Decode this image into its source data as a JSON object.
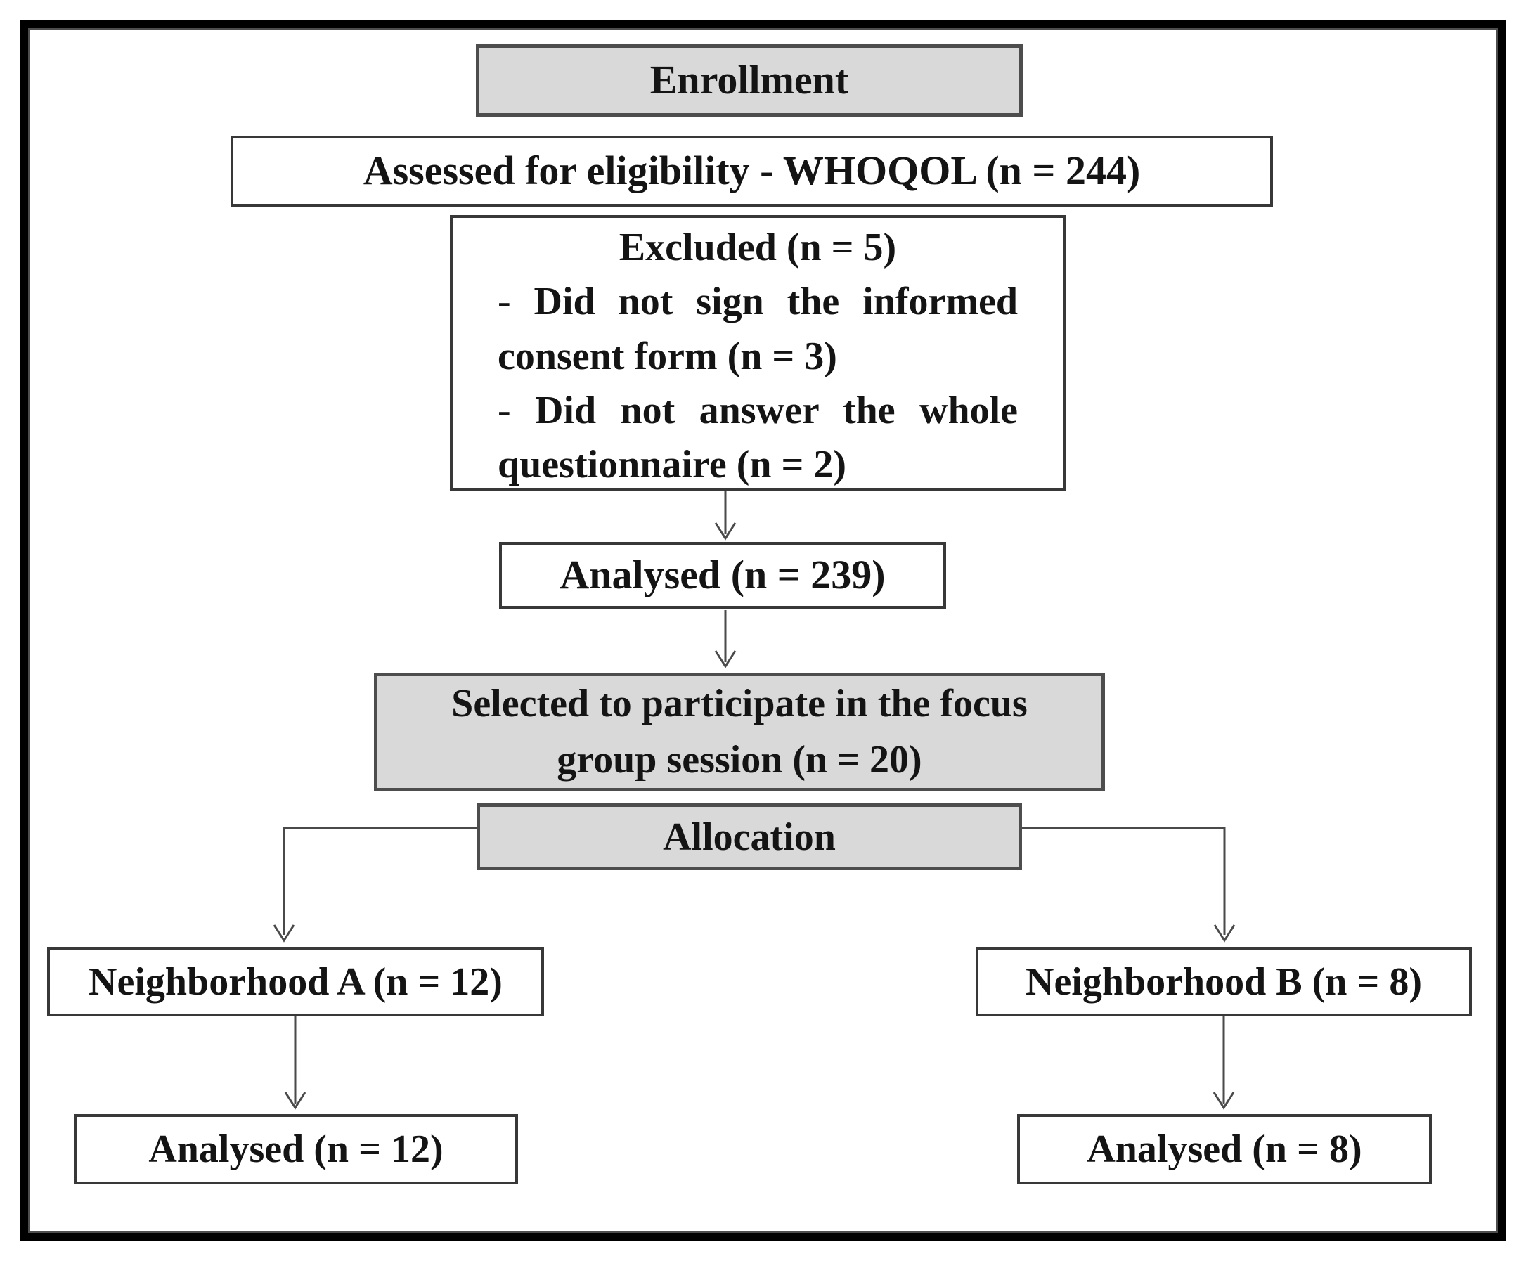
{
  "diagram": {
    "kind": "participant-flow-diagram",
    "nodes": {
      "enrollment": {
        "label": "Enrollment",
        "style": "header"
      },
      "assessed": {
        "label": "Assessed for eligibility - WHOQOL (n = 244)",
        "style": "plain"
      },
      "excluded": {
        "title": "Excluded (n = 5)",
        "items": [
          "- Did not sign the informed consent form (n = 3)",
          "- Did not answer the whole questionnaire (n = 2)"
        ],
        "style": "plain"
      },
      "analysed_all": {
        "label": "Analysed (n = 239)",
        "style": "plain"
      },
      "selected": {
        "label": "Selected to participate in the focus group session (n = 20)",
        "style": "header"
      },
      "allocation": {
        "label": "Allocation",
        "style": "header"
      },
      "neighborhood_a": {
        "label": "Neighborhood A (n = 12)",
        "style": "plain"
      },
      "neighborhood_b": {
        "label": "Neighborhood B (n = 8)",
        "style": "plain"
      },
      "analysed_a": {
        "label": "Analysed (n = 12)",
        "style": "plain"
      },
      "analysed_b": {
        "label": "Analysed (n = 8)",
        "style": "plain"
      }
    },
    "edges": [
      {
        "from": "excluded",
        "to": "analysed_all",
        "type": "arrow"
      },
      {
        "from": "analysed_all",
        "to": "selected",
        "type": "arrow"
      },
      {
        "from": "allocation",
        "to": "neighborhood_a",
        "type": "elbow-arrow"
      },
      {
        "from": "allocation",
        "to": "neighborhood_b",
        "type": "elbow-arrow"
      },
      {
        "from": "neighborhood_a",
        "to": "analysed_a",
        "type": "arrow"
      },
      {
        "from": "neighborhood_b",
        "to": "analysed_b",
        "type": "arrow"
      }
    ],
    "colors": {
      "header_fill": "#d9d9d9",
      "box_fill": "#ffffff",
      "box_border": "#383838",
      "header_border": "#4d4d4d",
      "connector": "#4a4a4a",
      "text": "#141414",
      "outer_frame": "#000000"
    }
  }
}
